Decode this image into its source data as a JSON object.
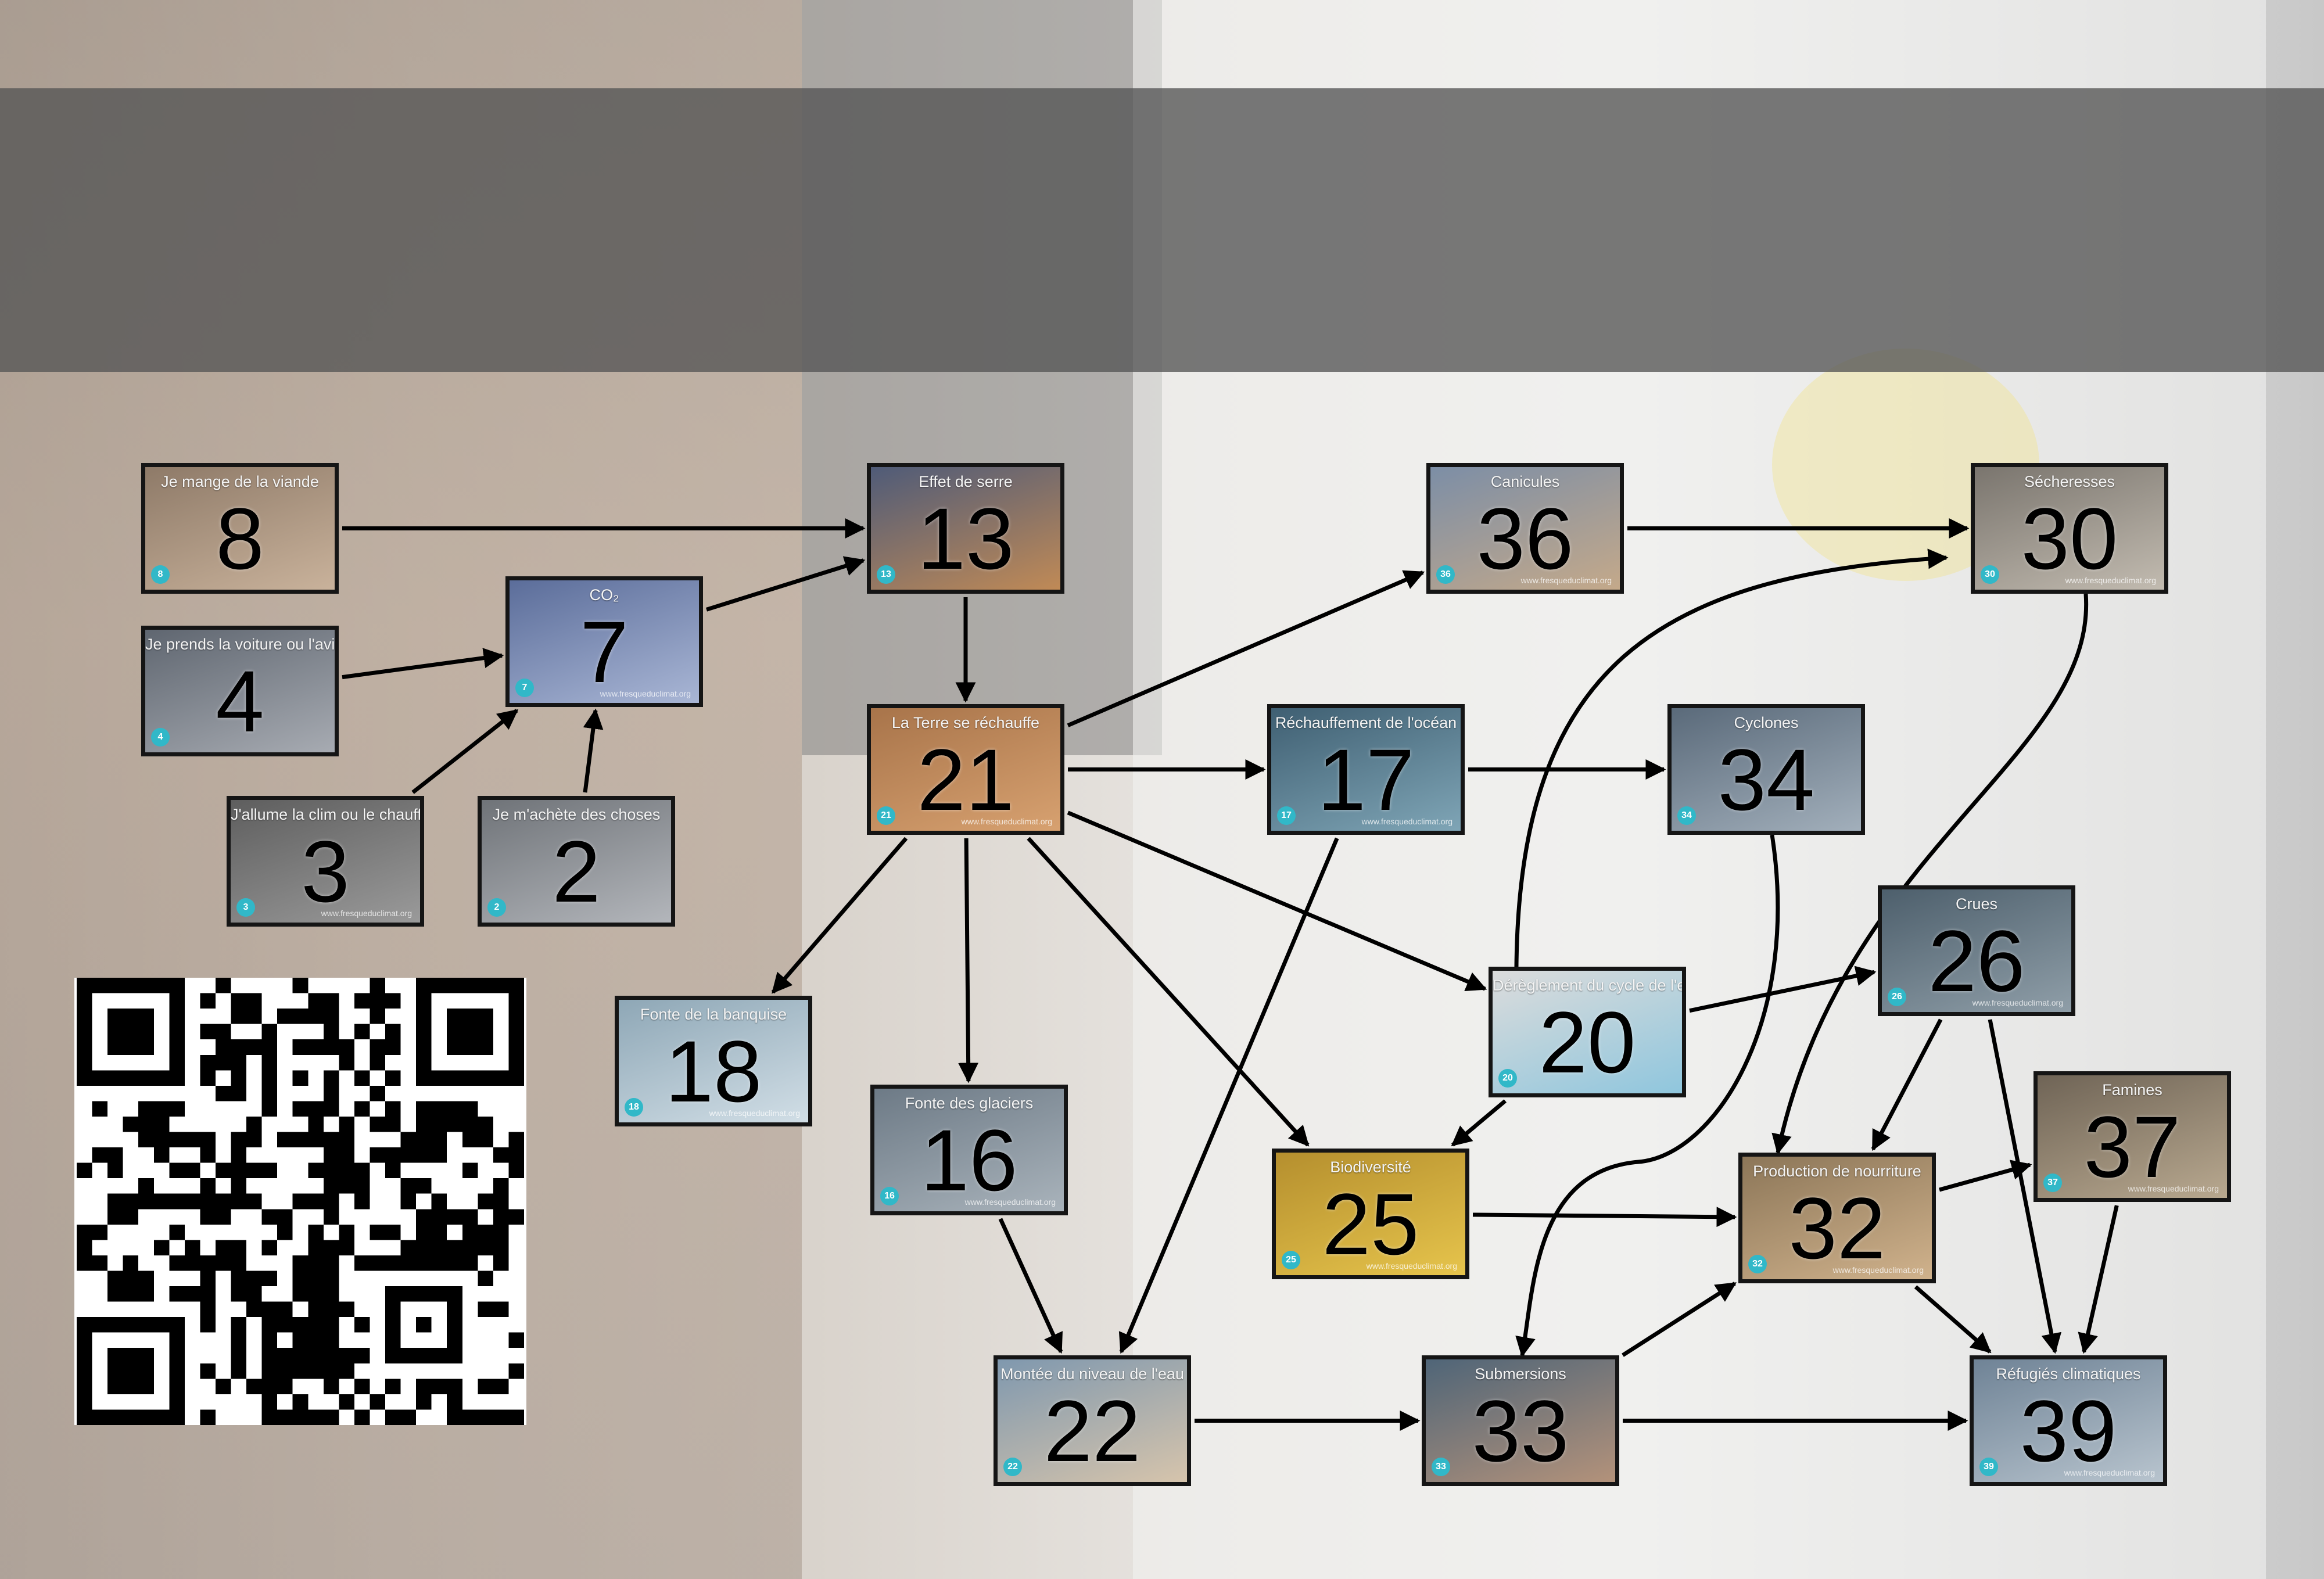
{
  "diagram": {
    "cards": [
      {
        "key": "c8",
        "number": "8",
        "title": "Je mange de la viande",
        "colors": [
          "#8e7a68",
          "#c9b29b"
        ]
      },
      {
        "key": "c4",
        "number": "4",
        "title": "Je prends la voiture ou l'avion",
        "colors": [
          "#5f6670",
          "#a7abb2"
        ]
      },
      {
        "key": "c7",
        "number": "7",
        "title": "CO₂",
        "footer": "www.fresqueduclimat.org",
        "colors": [
          "#5b6d9a",
          "#a9b6d5"
        ]
      },
      {
        "key": "c3",
        "number": "3",
        "title": "J'allume la clim ou le chauffage",
        "footer": "www.fresqueduclimat.org",
        "colors": [
          "#5e5e5e",
          "#9a9a9a"
        ]
      },
      {
        "key": "c2",
        "number": "2",
        "title": "Je m'achète des choses",
        "colors": [
          "#6f7378",
          "#b3b6bb"
        ]
      },
      {
        "key": "c13",
        "number": "13",
        "title": "Effet de serre",
        "colors": [
          "#4f5b78",
          "#c08a56"
        ]
      },
      {
        "key": "c21",
        "number": "21",
        "title": "La Terre se réchauffe",
        "footer": "www.fresqueduclimat.org",
        "colors": [
          "#a8744a",
          "#d7a170"
        ]
      },
      {
        "key": "c18",
        "number": "18",
        "title": "Fonte de la banquise",
        "footer": "www.fresqueduclimat.org",
        "colors": [
          "#8ea7b6",
          "#d1dee6"
        ]
      },
      {
        "key": "c16",
        "number": "16",
        "title": "Fonte des glaciers",
        "footer": "www.fresqueduclimat.org",
        "colors": [
          "#6d7a86",
          "#a9b3bb"
        ]
      },
      {
        "key": "c22",
        "number": "22",
        "title": "Montée du niveau de l'eau",
        "colors": [
          "#7f98ae",
          "#d6c4ac"
        ]
      },
      {
        "key": "c36",
        "number": "36",
        "title": "Canicules",
        "footer": "www.fresqueduclimat.org",
        "colors": [
          "#7c8ea6",
          "#c4a98a"
        ]
      },
      {
        "key": "c17",
        "number": "17",
        "title": "Réchauffement de l'océan",
        "footer": "www.fresqueduclimat.org",
        "colors": [
          "#3f5f72",
          "#7fa5b6"
        ]
      },
      {
        "key": "c34",
        "number": "34",
        "title": "Cyclones",
        "colors": [
          "#5a6a7a",
          "#a2afbb"
        ]
      },
      {
        "key": "c20",
        "number": "20",
        "title": "Dérèglement du cycle de l'eau",
        "colors": [
          "#dcdcdc",
          "#8fc6dd"
        ]
      },
      {
        "key": "c25",
        "number": "25",
        "title": "Biodiversité",
        "footer": "www.fresqueduclimat.org",
        "colors": [
          "#b58f2e",
          "#e6c44c"
        ]
      },
      {
        "key": "c30",
        "number": "30",
        "title": "Sécheresses",
        "footer": "www.fresqueduclimat.org",
        "colors": [
          "#7a756e",
          "#c2bbb0"
        ]
      },
      {
        "key": "c26",
        "number": "26",
        "title": "Crues",
        "footer": "www.fresqueduclimat.org",
        "colors": [
          "#4d5f6c",
          "#8f9ea8"
        ]
      },
      {
        "key": "c37",
        "number": "37",
        "title": "Famines",
        "footer": "www.fresqueduclimat.org",
        "colors": [
          "#6f6456",
          "#b8a88f"
        ]
      },
      {
        "key": "c32",
        "number": "32",
        "title": "Production de nourriture",
        "footer": "www.fresqueduclimat.org",
        "colors": [
          "#8c7658",
          "#d0b28c"
        ]
      },
      {
        "key": "c33",
        "number": "33",
        "title": "Submersions",
        "colors": [
          "#4f6578",
          "#b3927a"
        ]
      },
      {
        "key": "c39",
        "number": "39",
        "title": "Réfugiés climatiques",
        "footer": "www.fresqueduclimat.org",
        "colors": [
          "#6f8396",
          "#b8c4ce"
        ]
      }
    ],
    "links": [
      [
        "c8",
        "c13"
      ],
      [
        "c4",
        "c7"
      ],
      [
        "c3",
        "c7"
      ],
      [
        "c2",
        "c7"
      ],
      [
        "c7",
        "c13"
      ],
      [
        "c13",
        "c21"
      ],
      [
        "c21",
        "c18"
      ],
      [
        "c21",
        "c16"
      ],
      [
        "c21",
        "c17"
      ],
      [
        "c21",
        "c36"
      ],
      [
        "c21",
        "c20"
      ],
      [
        "c21",
        "c25"
      ],
      [
        "c16",
        "c22"
      ],
      [
        "c17",
        "c22"
      ],
      [
        "c17",
        "c34"
      ],
      [
        "c36",
        "c30"
      ],
      [
        "c20",
        "c30"
      ],
      [
        "c20",
        "c25"
      ],
      [
        "c20",
        "c26"
      ],
      [
        "c22",
        "c33"
      ],
      [
        "c34",
        "c33"
      ],
      [
        "c30",
        "c32"
      ],
      [
        "c26",
        "c32"
      ],
      [
        "c26",
        "c39"
      ],
      [
        "c25",
        "c32"
      ],
      [
        "c33",
        "c32"
      ],
      [
        "c33",
        "c39"
      ],
      [
        "c32",
        "c37"
      ],
      [
        "c32",
        "c39"
      ],
      [
        "c37",
        "c39"
      ]
    ]
  },
  "qr_code": {
    "label": "qr-code"
  }
}
